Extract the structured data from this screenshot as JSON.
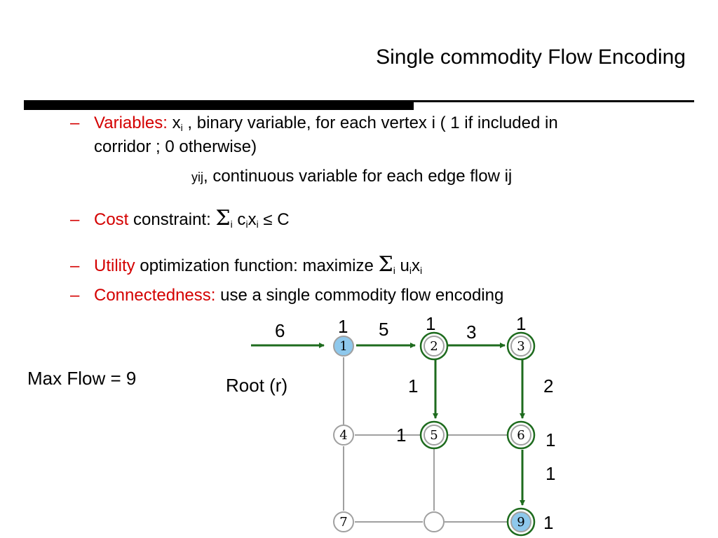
{
  "slide": {
    "title": "Single commodity Flow Encoding"
  },
  "bullets": {
    "dash": "–",
    "variables": {
      "term": "Variables:",
      "var": "x",
      "var_sub": "i",
      "text": " , binary variable, for each vertex i ( 1 if included in",
      "text_cont": "corridor ; 0 otherwise)",
      "y_var": "y",
      "y_sub": "ij",
      "y_text": ", continuous variable  for each  edge flow ij"
    },
    "cost": {
      "term": "Cost",
      "text": " constraint:  ",
      "sigma": "Σ",
      "sum_sub": "i",
      "c": " c",
      "c_sub": "i",
      "x": "x",
      "x_sub": "i",
      "tail": " ≤ C"
    },
    "utility": {
      "term": "Utility",
      "text": " optimization function: maximize ",
      "sigma": "Σ",
      "sum_sub": "i",
      "u": " u",
      "u_sub": "i",
      "x": "x",
      "x_sub": "i"
    },
    "connectedness": {
      "term": "Connectedness:",
      "text": "  use a single commodity flow encoding"
    }
  },
  "diagram": {
    "max_flow": "Max Flow = 9",
    "root": "Root (r)",
    "nodes": [
      "1",
      "2",
      "3",
      "4",
      "5",
      "6",
      "7",
      "",
      "9"
    ],
    "flow_labels": {
      "inflow": "6",
      "node1": "1",
      "edge_1_2": "5",
      "node2": "1",
      "edge_2_3": "3",
      "node3": "1",
      "edge_2_5": "1",
      "edge_3_6": "2",
      "node5": "1",
      "node6": "1",
      "edge_6_9": "1",
      "node9": "1"
    },
    "colors": {
      "flow": "#1e6b1e",
      "grid": "#a0a0a0",
      "root_fill": "#8ec8ec",
      "sink_fill": "#8ec8ec",
      "accent_red": "#d40000"
    }
  }
}
